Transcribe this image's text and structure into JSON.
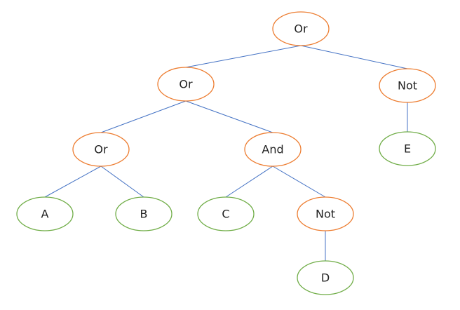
{
  "colors": {
    "operator_border": "#ED7D31",
    "operand_border": "#70AD47",
    "edge": "#4472C4",
    "text": "#222222"
  },
  "nodes": [
    {
      "id": "n1",
      "label": "Or",
      "kind": "operator"
    },
    {
      "id": "n2",
      "label": "Or",
      "kind": "operator"
    },
    {
      "id": "n3",
      "label": "Not",
      "kind": "operator"
    },
    {
      "id": "n4",
      "label": "Or",
      "kind": "operator"
    },
    {
      "id": "n5",
      "label": "And",
      "kind": "operator"
    },
    {
      "id": "n6",
      "label": "E",
      "kind": "operand"
    },
    {
      "id": "n7",
      "label": "A",
      "kind": "operand"
    },
    {
      "id": "n8",
      "label": "B",
      "kind": "operand"
    },
    {
      "id": "n9",
      "label": "C",
      "kind": "operand"
    },
    {
      "id": "n10",
      "label": "Not",
      "kind": "operator"
    },
    {
      "id": "n11",
      "label": "D",
      "kind": "operand"
    }
  ],
  "edges": [
    [
      "n1",
      "n2"
    ],
    [
      "n1",
      "n3"
    ],
    [
      "n2",
      "n4"
    ],
    [
      "n2",
      "n5"
    ],
    [
      "n3",
      "n6"
    ],
    [
      "n4",
      "n7"
    ],
    [
      "n4",
      "n8"
    ],
    [
      "n5",
      "n9"
    ],
    [
      "n5",
      "n10"
    ],
    [
      "n10",
      "n11"
    ]
  ]
}
